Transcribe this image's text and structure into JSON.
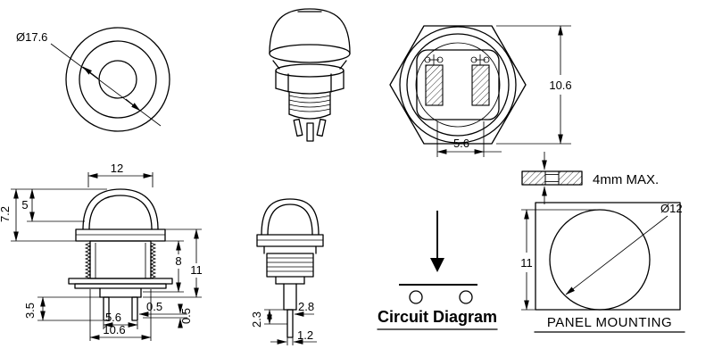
{
  "drawing": {
    "top_view": {
      "diameter": "Ø17.6"
    },
    "rear_view": {
      "height": "10.6",
      "terminal_width": "5.6"
    },
    "panel_thickness": {
      "label": "4mm MAX."
    },
    "front_section": {
      "cap_width": "12",
      "total_height": "7.2",
      "dome_height": "5",
      "thread_length": "8",
      "body_length": "11",
      "pin_offset": "0.5",
      "side_offset": "0.5",
      "pin_spacing": "5.6",
      "body_diameter": "10.6",
      "pin_length": "3.5"
    },
    "side_section": {
      "pin_width": "2.8",
      "pin_drop": "2.3",
      "pin_thickness": "1.2"
    },
    "circuit": {
      "title": "Circuit Diagram"
    },
    "panel_mounting": {
      "title": "PANEL MOUNTING",
      "hole_diameter": "Ø12",
      "hole_height": "11"
    }
  },
  "colors": {
    "line": "#000000",
    "background": "#ffffff"
  }
}
